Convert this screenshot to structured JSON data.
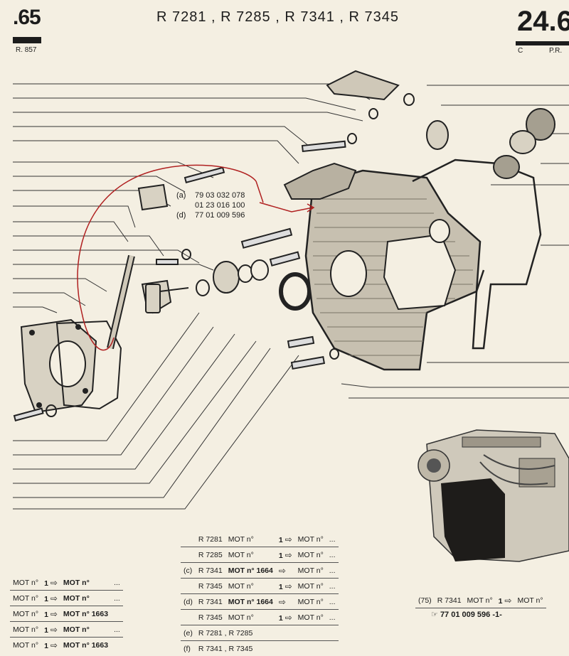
{
  "header": {
    "page_left": ".65",
    "page_left_sub": "R. 857",
    "models": "R 7281 , R 7285 , R 7341 , R 7345",
    "page_right": "24.6",
    "page_right_c": "C",
    "page_right_pr": "P.R."
  },
  "diagram": {
    "refs": [
      {
        "label": "(a)",
        "value": "79 03 032 078"
      },
      {
        "label": "",
        "value": "01 23 016 100"
      },
      {
        "label": "(d)",
        "value": "77 01 009 596"
      }
    ]
  },
  "table_left": {
    "rows": [
      {
        "a": "MOT n°",
        "b": "1",
        "c": "MOT n°",
        "d": "..."
      },
      {
        "a": "MOT n°",
        "b": "1",
        "c": "MOT n°",
        "d": "..."
      },
      {
        "a": "MOT n°",
        "b": "1",
        "c": "MOT n° 1663",
        "d": ""
      },
      {
        "a": "MOT n°",
        "b": "1",
        "c": "MOT n°",
        "d": "..."
      },
      {
        "a": "MOT n°",
        "b": "1",
        "c": "MOT n° 1663",
        "d": ""
      }
    ]
  },
  "table_mid": {
    "rows": [
      {
        "pos": "",
        "model": "R 7281",
        "a": "MOT n°",
        "b": "1",
        "c": "MOT n°",
        "d": "..."
      },
      {
        "pos": "",
        "model": "R 7285",
        "a": "MOT n°",
        "b": "1",
        "c": "MOT n°",
        "d": "..."
      },
      {
        "pos": "(c)",
        "model": "R 7341",
        "a": "MOT n° 1664",
        "b": "",
        "c": "MOT n°",
        "d": "..."
      },
      {
        "pos": "",
        "model": "R 7345",
        "a": "MOT n°",
        "b": "1",
        "c": "MOT n°",
        "d": "..."
      },
      {
        "pos": "(d)",
        "model": "R 7341",
        "a": "MOT n° 1664",
        "b": "",
        "c": "MOT n°",
        "d": "..."
      },
      {
        "pos": "",
        "model": "R 7345",
        "a": "MOT n°",
        "b": "1",
        "c": "MOT n°",
        "d": "..."
      }
    ],
    "e_label": "(e)",
    "e_text": "R 7281 , R 7285",
    "f_label": "(f)",
    "f_text": "R 7341 , R 7345"
  },
  "table_right": {
    "pos": "(75)",
    "model": "R 7341",
    "a": "MOT n°",
    "b": "1",
    "c": "MOT n°"
  },
  "footer": {
    "ref_text": "77 01 009 596 -1-"
  },
  "icons": {
    "arrow": "right-arrow-icon",
    "hand": "hand-pointer-icon"
  }
}
